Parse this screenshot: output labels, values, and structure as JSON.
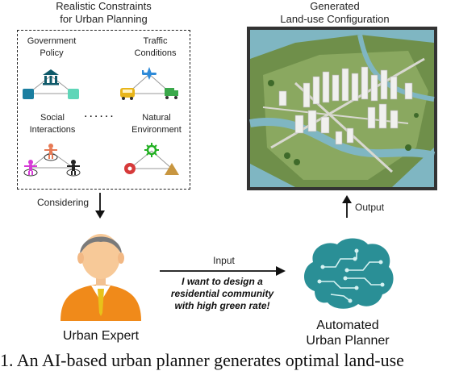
{
  "constraints": {
    "title": "Realistic Constraints",
    "subtitle": "for Urban Planning",
    "items": {
      "government": [
        "Government",
        "Policy"
      ],
      "traffic": [
        "Traffic",
        "Conditions"
      ],
      "social": [
        "Social",
        "Interactions"
      ],
      "natural": [
        "Natural",
        "Environment"
      ]
    },
    "ellipsis": "......"
  },
  "generated": {
    "title": "Generated",
    "subtitle": "Land-use Configuration"
  },
  "labels": {
    "considering": "Considering",
    "output": "Output",
    "input": "Input",
    "urban_expert": "Urban Expert",
    "planner_line1": "Automated",
    "planner_line2": "Urban Planner"
  },
  "request": {
    "line1": "I want to design a",
    "line2": "residential community",
    "line3": "with high green rate!"
  },
  "caption": "1.  An AI-based urban planner generates optimal land-use",
  "colors": {
    "government_teal": "#1a9a9a",
    "traffic_blue": "#2e8ad8",
    "brain_teal": "#2a8f96",
    "expert_orange": "#f08a1a",
    "expert_hair": "#7a7a7a"
  },
  "icons": [
    "bank-icon",
    "airplane-icon",
    "car-icon",
    "truck-icon",
    "person-icon",
    "nature-icon",
    "brain-icon",
    "city-render"
  ]
}
